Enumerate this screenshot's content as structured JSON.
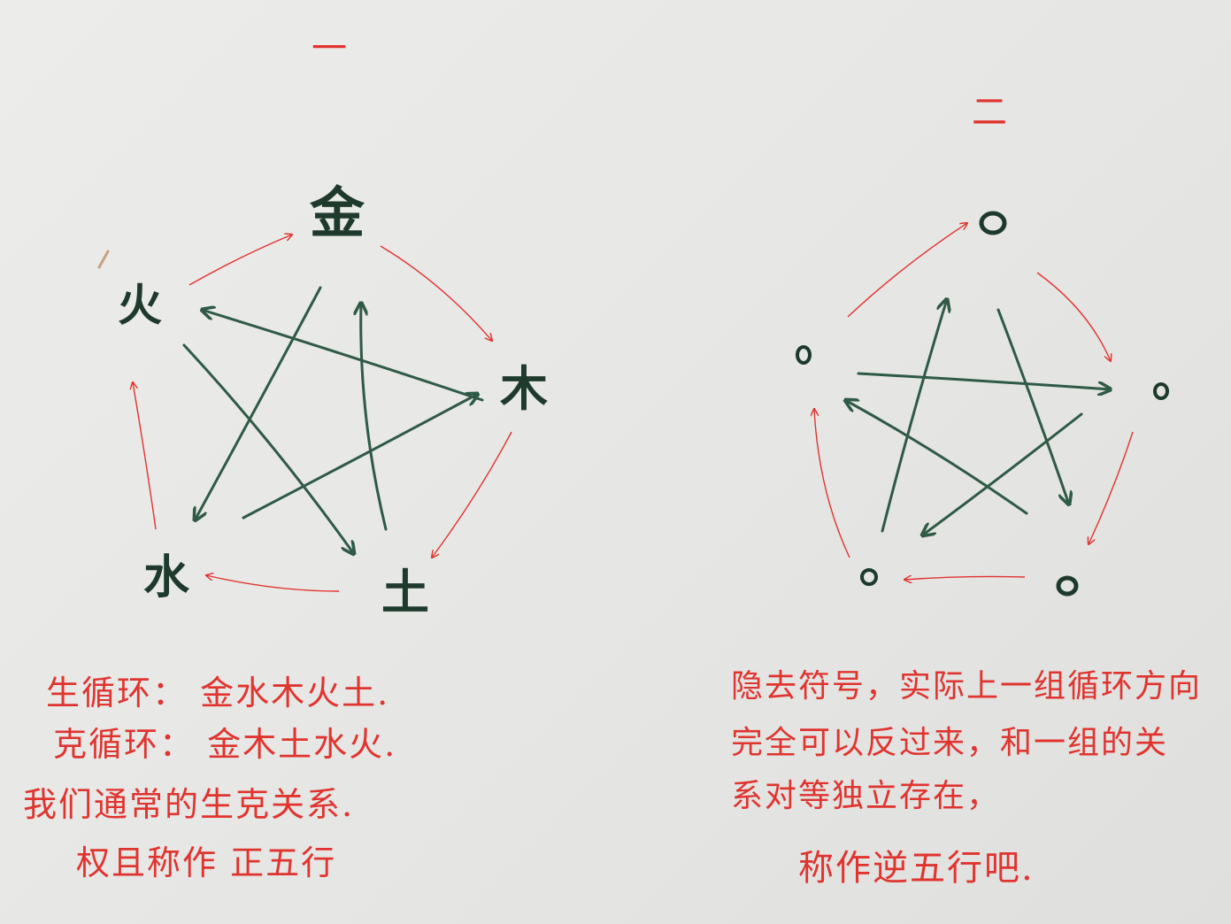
{
  "colors": {
    "paper": "#e8e8e6",
    "sheng_arrows": "#e0342f",
    "ke_arrows": "#2e5a46",
    "node_text": "#1d3a2c",
    "notes": "#e0342f"
  },
  "diagram_1": {
    "heading": "一",
    "nodes": {
      "top": "金",
      "right": "木",
      "bottom_right": "土",
      "bottom_left": "水",
      "left": "火"
    },
    "notes": [
      "生循环： 金水木火土.",
      "克循环： 金木土水火.",
      "我们通常的生克关系.",
      "权且称作 正五行"
    ]
  },
  "diagram_2": {
    "heading": "二",
    "node_symbol": "o",
    "notes": [
      "隐去符号，实际上一组循环方向",
      "完全可以反过来，和一组的关",
      "系对等独立存在，",
      "称作逆五行吧."
    ]
  }
}
